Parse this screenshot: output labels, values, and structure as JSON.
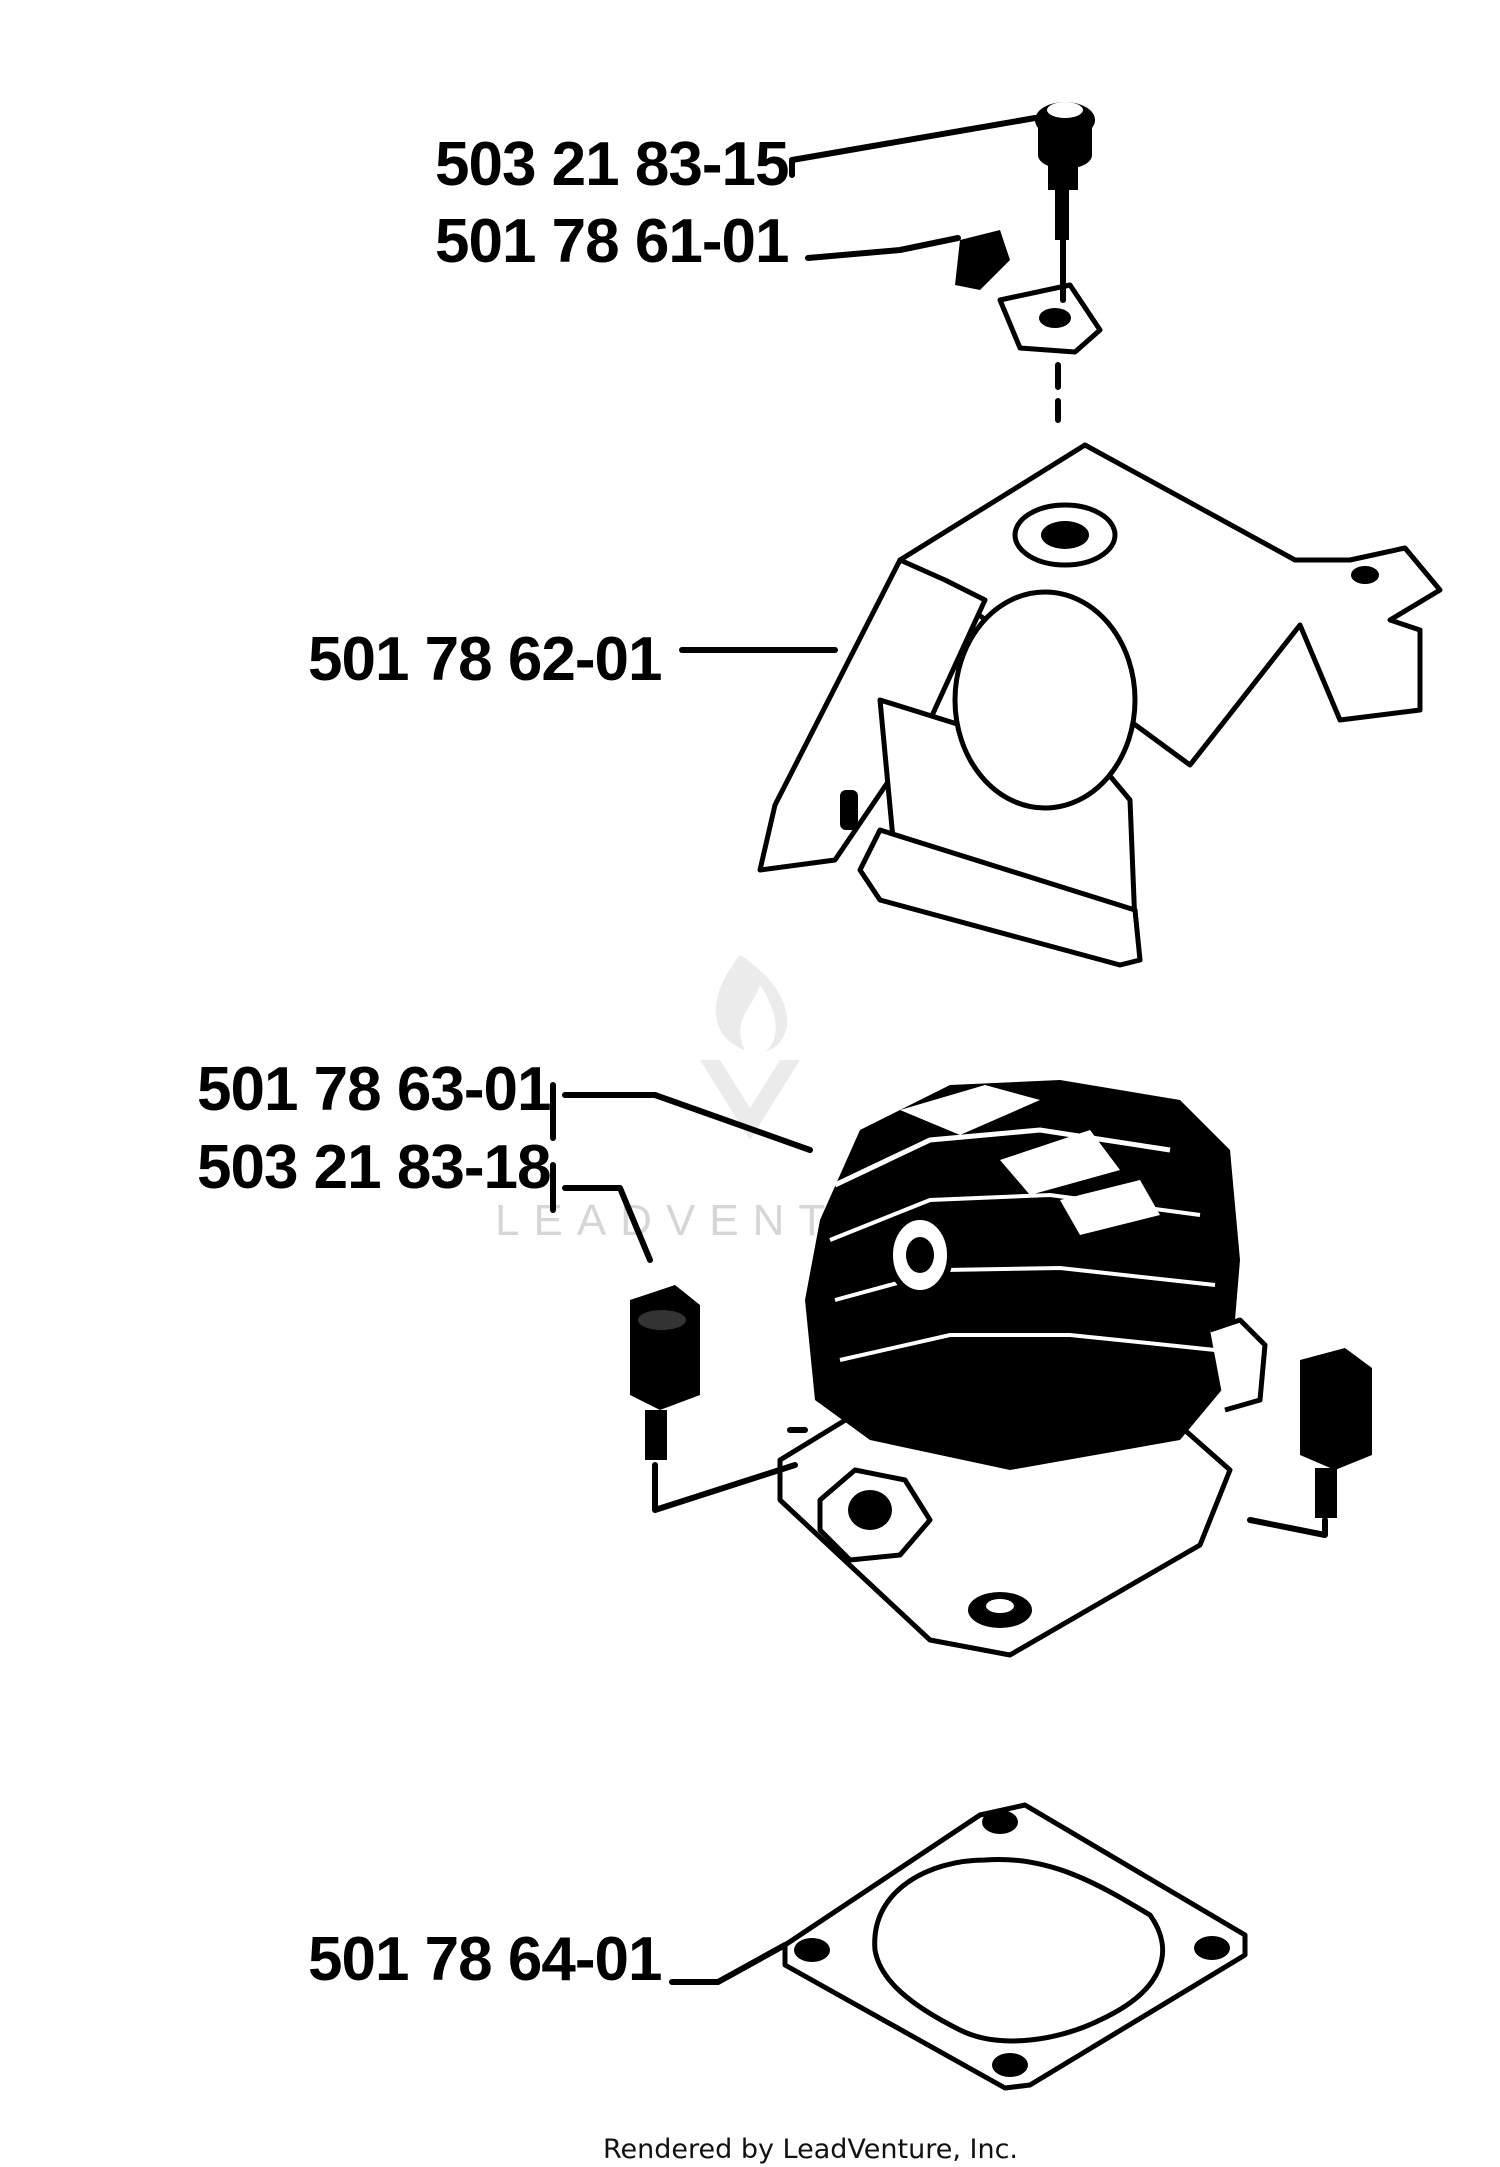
{
  "labels": {
    "screw_top": "503 21 83-15",
    "bracket": "501 78 61-01",
    "cylinder_cover": "501 78 62-01",
    "cylinder": "501 78 63-01",
    "screw_cylinder": "503 21 83-18",
    "gasket": "501 78 64-01"
  },
  "footer": "Rendered by LeadVenture, Inc.",
  "watermark": "LEADVENTURE",
  "colors": {
    "ink": "#000000",
    "paper": "#ffffff",
    "watermark": "#d6d6d6"
  }
}
